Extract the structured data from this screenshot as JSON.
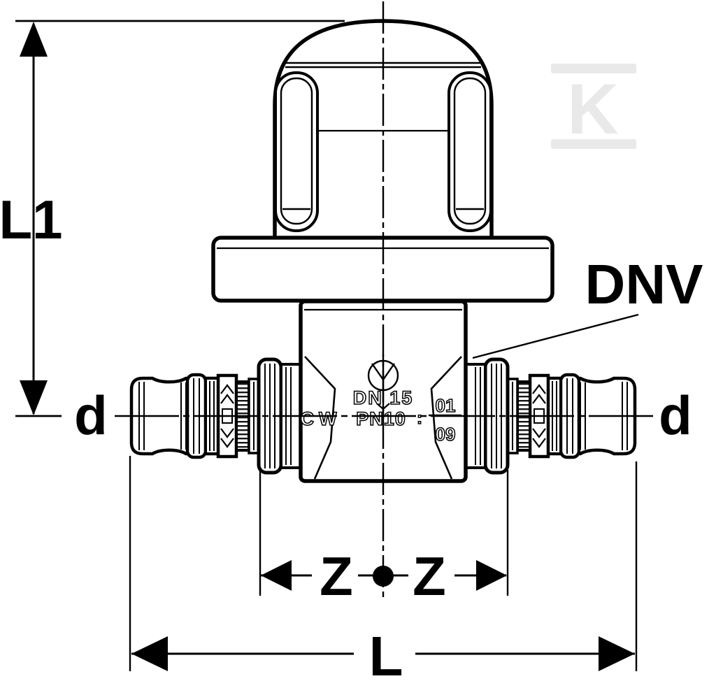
{
  "colors": {
    "line": "#000000",
    "background": "#ffffff",
    "watermark": "#e9e9e9"
  },
  "watermark": {
    "letter": "K"
  },
  "dimensions": {
    "l1": "L1",
    "d_left": "d",
    "d_right": "d",
    "z_left": "Z",
    "z_right": "Z",
    "l": "L"
  },
  "callout": {
    "dnv": "DNV"
  },
  "body_markings": {
    "logo": "tulip-certification-logo",
    "dn": "DN 15",
    "cw": "CW",
    "pn": "PN10",
    "separator": ":",
    "code_top": "01",
    "code_bottom": "09"
  }
}
